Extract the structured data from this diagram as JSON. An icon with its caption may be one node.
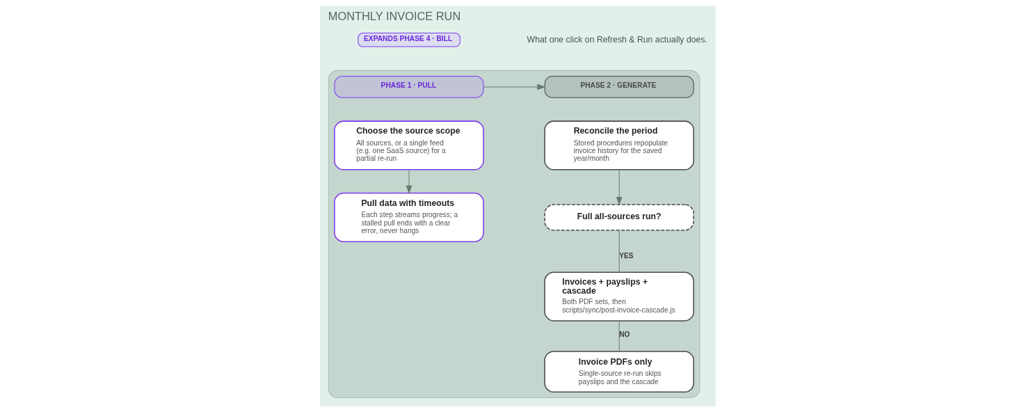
{
  "diagram": {
    "title": "MONTHLY INVOICE RUN",
    "nodes": [
      {
        "text": [],
        "shape": "box"
      },
      {
        "text": [
          "PHASE 1 · PULL"
        ],
        "in": 0
      },
      {
        "text": [
          "PHASE 2 · GENERATE"
        ],
        "in": 0
      },
      {
        "text": [
          "Choose the source scope",
          "All sources, or a single feed (e.g. one SaaS source) for a partial re-run"
        ],
        "in": 0
      },
      {
        "text": [
          "Pull data with timeouts",
          "Each step streams progress; a stalled pull ends with a clear error, never hangs"
        ],
        "in": 0
      },
      {
        "text": [
          "Reconcile the period",
          "Stored procedures repopulate invoice history for the saved year/month"
        ],
        "in": 0
      },
      {
        "text": [
          "Full all-sources run?"
        ],
        "in": 0
      },
      {
        "text": [
          "Invoices + payslips + cascade",
          "Both PDF sets, then scripts/sync/post-invoice-cascade.js"
        ],
        "in": 0
      },
      {
        "text": [
          "Invoice PDFs only",
          "Single-source re-run skips payslips and the cascade"
        ],
        "in": 0
      }
    ],
    "edges": [
      {
        "from": 1,
        "to": 2,
        "arrow": "to"
      },
      {
        "from": 3,
        "to": 4,
        "arrow": "to"
      },
      {
        "from": 5,
        "to": 6,
        "arrow": "to"
      },
      {
        "from": 6,
        "to": 7,
        "arrow": "none",
        "label": "YES"
      },
      {
        "from": 7,
        "to": 8,
        "arrow": "none",
        "label": "NO"
      }
    ],
    "labels": [
      "EXPANDS PHASE 4 · BILL",
      "What one click on Refresh & Run actually does."
    ]
  }
}
